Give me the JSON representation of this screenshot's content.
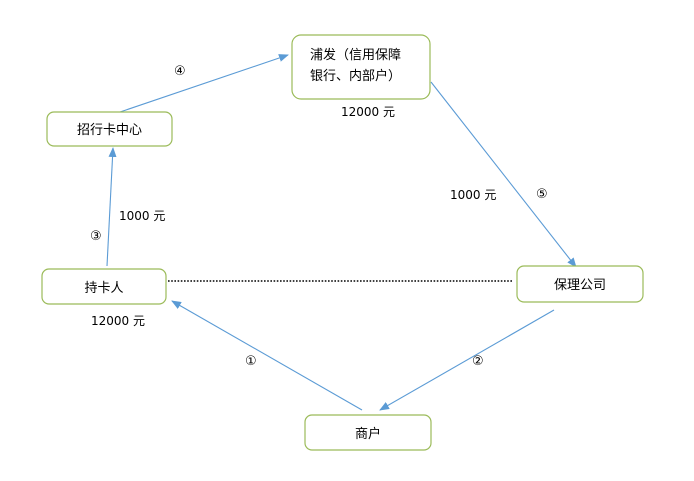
{
  "nodes": {
    "pufa": {
      "line1": "浦发（信用保障",
      "line2": "银行、内部户）"
    },
    "zhaohang": {
      "label": "招行卡中心"
    },
    "cardholder": {
      "label": "持卡人"
    },
    "factoring": {
      "label": "保理公司"
    },
    "merchant": {
      "label": "商户"
    }
  },
  "amounts": {
    "pufa": "12000 元",
    "cardholder_to_zhaohang": "1000 元",
    "pufa_to_factoring": "1000 元",
    "cardholder": "12000 元"
  },
  "steps": {
    "s1": "①",
    "s2": "②",
    "s3": "③",
    "s4": "④",
    "s5": "⑤"
  },
  "colors": {
    "node_border": "#9bbb59",
    "arrow": "#5b9bd5",
    "dotted_link": "#000000"
  }
}
